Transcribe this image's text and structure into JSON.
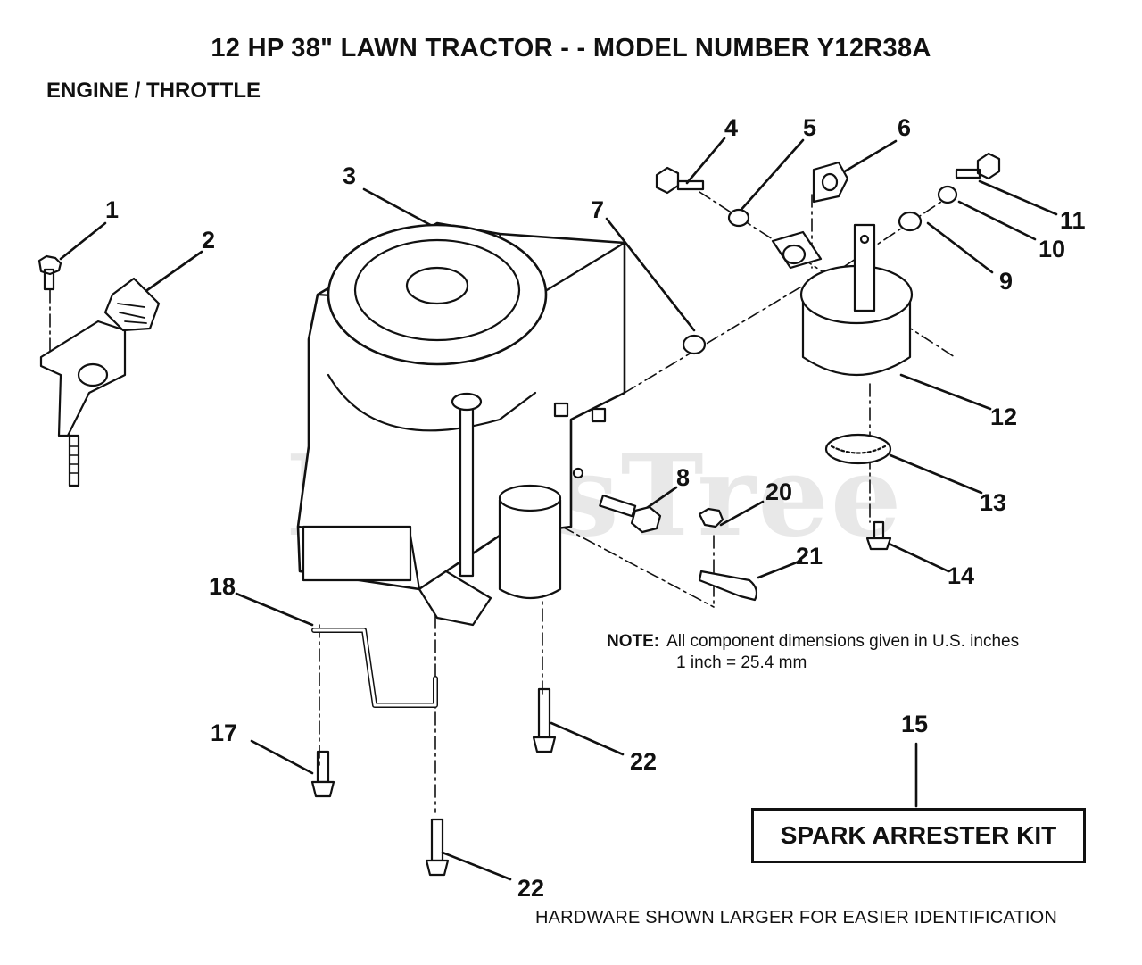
{
  "header": {
    "title": "12 HP 38\" LAWN TRACTOR - - MODEL NUMBER Y12R38A",
    "section": "ENGINE / THROTTLE"
  },
  "watermark": "PartsTree",
  "callouts": {
    "c1": "1",
    "c2": "2",
    "c3": "3",
    "c4": "4",
    "c5": "5",
    "c6": "6",
    "c7": "7",
    "c8": "8",
    "c9": "9",
    "c10": "10",
    "c11": "11",
    "c12": "12",
    "c13": "13",
    "c14": "14",
    "c15": "15",
    "c17": "17",
    "c18": "18",
    "c20": "20",
    "c21": "21",
    "c22a": "22",
    "c22b": "22"
  },
  "note": {
    "label": "NOTE:",
    "line1": "All component dimensions given in U.S. inches",
    "line2": "1 inch = 25.4 mm"
  },
  "kit": {
    "label": "SPARK ARRESTER KIT"
  },
  "footer": "HARDWARE SHOWN LARGER FOR EASIER IDENTIFICATION"
}
